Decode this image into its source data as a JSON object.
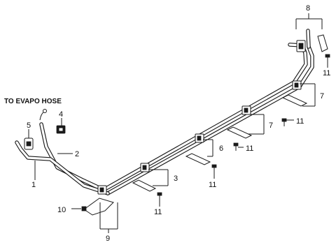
{
  "heading": "TO EVAPO HOSE",
  "callouts": {
    "p1": "1",
    "p2": "2",
    "p3": "3",
    "p4": "4",
    "p5": "5",
    "p6": "6",
    "p7a": "7",
    "p7b": "7",
    "p8": "8",
    "p9": "9",
    "p10": "10",
    "p11a": "11",
    "p11b": "11",
    "p11c": "11",
    "p11d": "11",
    "p11e": "11"
  }
}
